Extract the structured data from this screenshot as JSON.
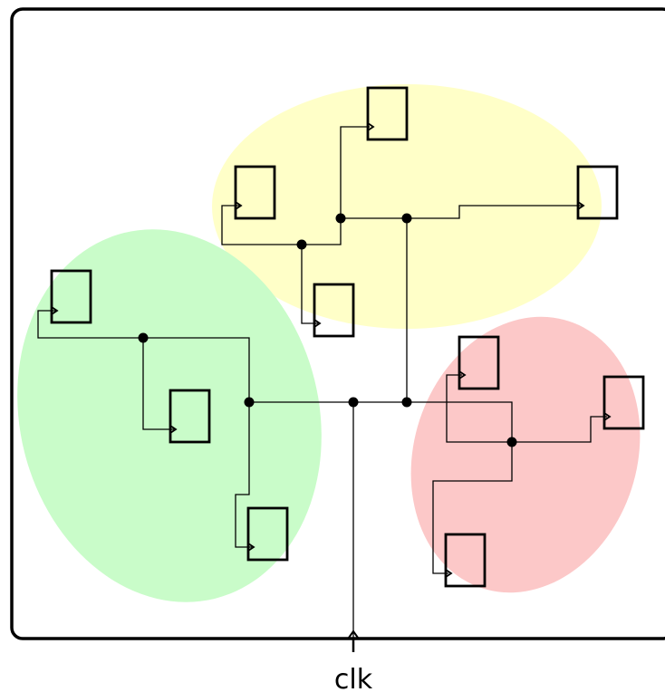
{
  "diagram": {
    "clock_label": "clk",
    "colors": {
      "background": "#ffffff",
      "frame_stroke": "#000000",
      "wire": "#000000",
      "yellow_region": "#ffffc8",
      "green_region": "#c9fcc9",
      "red_region": "#fcc8c8"
    },
    "clusters": [
      {
        "name": "yellow",
        "flip_flops": 4
      },
      {
        "name": "green",
        "flip_flops": 3
      },
      {
        "name": "red",
        "flip_flops": 3
      }
    ]
  }
}
